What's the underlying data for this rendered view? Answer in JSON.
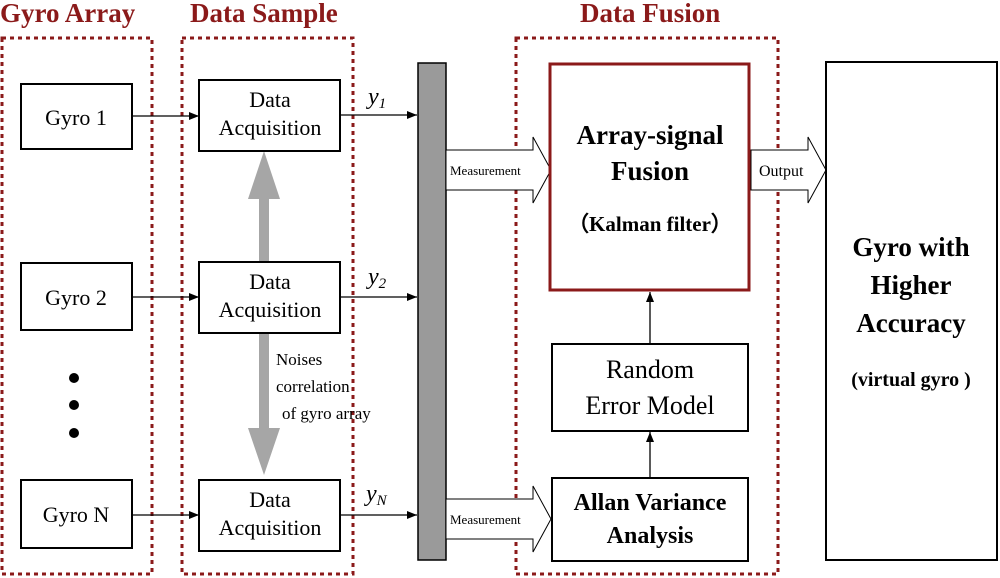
{
  "section_titles": {
    "gyro_array": "Gyro Array",
    "data_sample": "Data Sample",
    "data_fusion": "Data Fusion"
  },
  "gyros": [
    "Gyro 1",
    "Gyro 2",
    "Gyro N"
  ],
  "acquisition": {
    "line1": "Data",
    "line2": "Acquisition"
  },
  "signals": {
    "y1": "y",
    "y1_sub": "1",
    "y2": "y",
    "y2_sub": "2",
    "yN": "y",
    "yN_sub": "N"
  },
  "noise_label": [
    "Noises",
    "correlation",
    "of gyro array"
  ],
  "measurement_label": "Measurement",
  "output_label": "Output",
  "fusion_box": {
    "line1": "Array-signal",
    "line2": "Fusion",
    "line3": "（Kalman filter）"
  },
  "random_error_box": {
    "line1": "Random",
    "line2": "Error Model"
  },
  "allan_box": {
    "line1": "Allan Variance",
    "line2": "Analysis"
  },
  "virtual_gyro_box": {
    "line1": "Gyro with",
    "line2": "Higher",
    "line3": "Accuracy",
    "line4": "(virtual gyro )"
  },
  "colors": {
    "dashed_border": "#8b1a1a",
    "fusion_border": "#8b1a1a",
    "bus_bar": "#9a9a9a",
    "noise_arrow": "#a6a6a6"
  }
}
